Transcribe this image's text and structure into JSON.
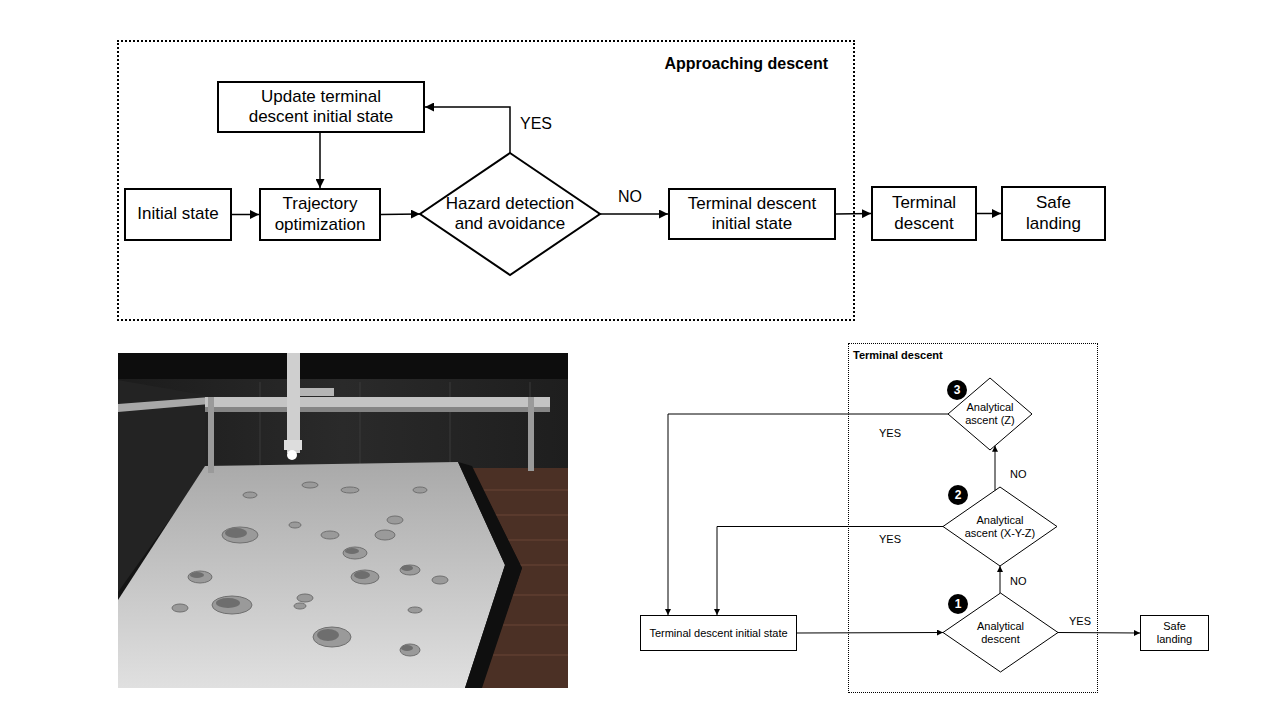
{
  "diagram": {
    "nodes": [
      {
        "text": [
          "Approaching descent"
        ]
      },
      {
        "text": [
          "Update terminal descent initial state"
        ],
        "in": 0
      },
      {
        "text": [
          "Initial state"
        ],
        "in": 0
      },
      {
        "text": [
          "Trajectory optimization"
        ],
        "in": 0
      },
      {
        "text": [
          "Hazard detection and avoidance"
        ],
        "in": 0
      },
      {
        "text": [
          "Terminal descent initial state"
        ],
        "in": 0
      },
      {
        "text": [
          "Terminal descent"
        ]
      },
      {
        "text": [
          "Safe landing"
        ]
      },
      {
        "text": [
          "Terminal descent"
        ]
      },
      {
        "text": [
          "Analytical ascent (Z)"
        ],
        "in": 8
      },
      {
        "text": [
          "Analytical ascent (X-Y-Z)"
        ],
        "in": 8
      },
      {
        "text": [
          "Terminal descent initial state"
        ]
      },
      {
        "text": [
          "Analytical descent"
        ],
        "in": 8
      },
      {
        "text": [
          "Safe landing"
        ]
      }
    ],
    "edges": [
      {
        "from": 2,
        "to": 3,
        "arrow": "to"
      },
      {
        "from": 1,
        "to": 3,
        "arrow": "to"
      },
      {
        "from": 3,
        "to": 4,
        "arrow": "to"
      },
      {
        "from": 4,
        "to": 1,
        "label": "YES",
        "arrow": "to"
      },
      {
        "from": 4,
        "to": 5,
        "label": "NO",
        "arrow": "to"
      },
      {
        "from": 5,
        "to": 6,
        "arrow": "to"
      },
      {
        "from": 6,
        "to": 7,
        "arrow": "to"
      },
      {
        "from": 11,
        "to": 12,
        "arrow": "to"
      },
      {
        "from": 12,
        "to": 13,
        "label": "YES",
        "arrow": "to"
      },
      {
        "from": 12,
        "to": 10,
        "label": "NO",
        "arrow": "to"
      },
      {
        "from": 10,
        "to": 9,
        "label": "NO",
        "arrow": "to"
      },
      {
        "from": 10,
        "to": 11,
        "label": "YES",
        "arrow": "to"
      },
      {
        "from": 9,
        "to": 11,
        "label": "YES",
        "arrow": "to"
      }
    ],
    "labels": [
      "3",
      "2",
      "1"
    ]
  }
}
